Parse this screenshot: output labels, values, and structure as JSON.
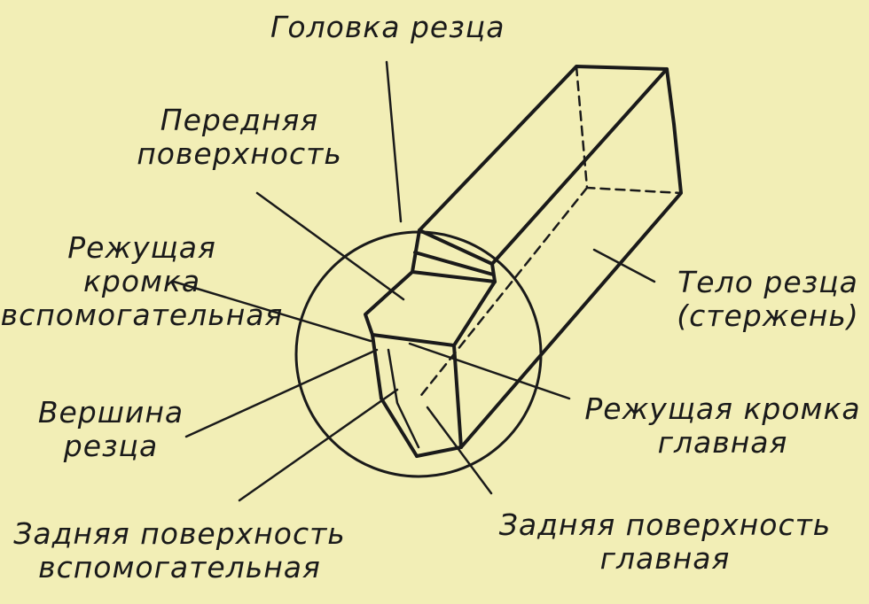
{
  "labels": {
    "head": "Головка резца",
    "rake_face_1": "Передняя",
    "rake_face_2": "поверхность",
    "aux_edge_1": "Режущая",
    "aux_edge_2": "кромка",
    "aux_edge_3": "вспомогательная",
    "tip_1": "Вершина",
    "tip_2": "резца",
    "aux_flank_1": "Задняя поверхность",
    "aux_flank_2": "вспомогательная",
    "body_1": "Тело резца",
    "body_2": "(стержень)",
    "main_edge_1": "Режущая кромка",
    "main_edge_2": "главная",
    "main_flank_1": "Задняя поверхность",
    "main_flank_2": "главная"
  },
  "colors": {
    "background": "#f2eeb6",
    "ink": "#1a1a1a"
  }
}
